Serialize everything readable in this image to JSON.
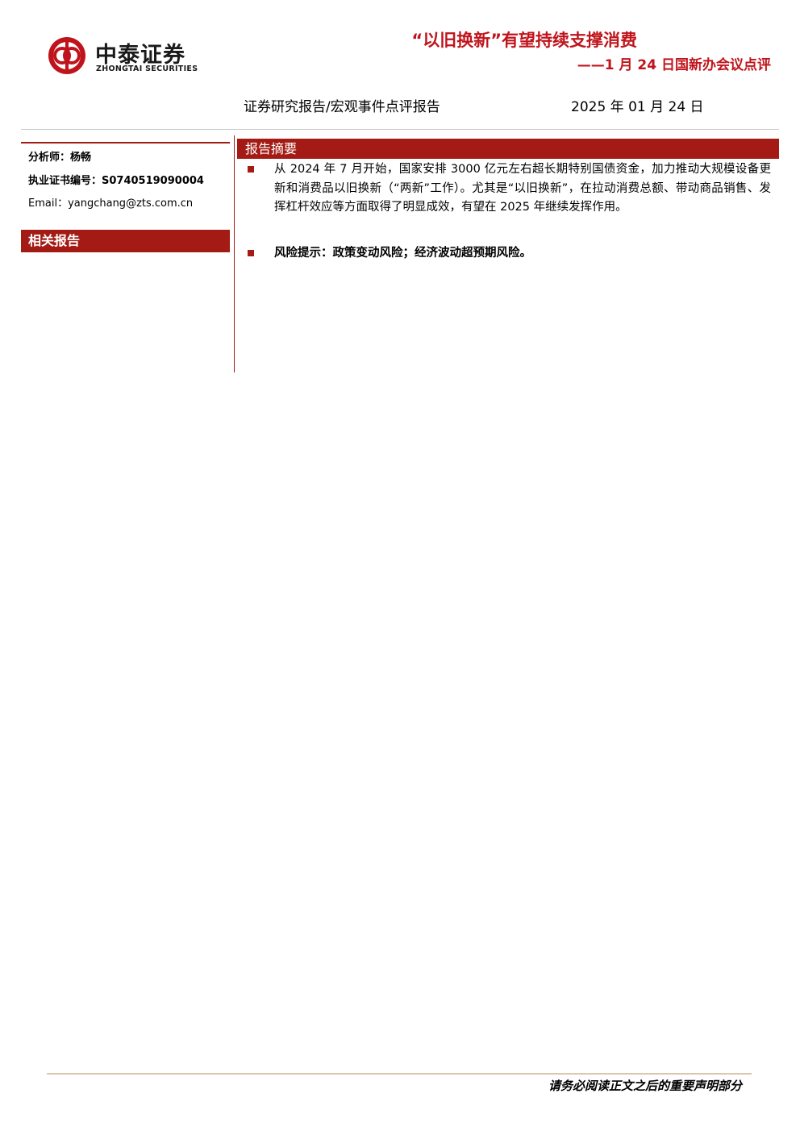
{
  "brand": {
    "name_cn": "中泰证券",
    "name_en": "ZHONGTAI SECURITIES",
    "color": "#c0141c"
  },
  "header": {
    "title": "“以旧换新”有望持续支撑消费",
    "subtitle": "——1 月 24 日国新办会议点评",
    "report_type": "证券研究报告/宏观事件点评报告",
    "date": "2025 年 01 月 24 日"
  },
  "sidebar": {
    "analyst": "分析师：杨畅",
    "certificate": "执业证书编号：S0740519090004",
    "email": "Email：yangchang@zts.com.cn",
    "related_reports_label": "相关报告"
  },
  "summary": {
    "heading": "报告摘要",
    "paragraphs": [
      "从 2024 年 7 月开始，国家安排 3000 亿元左右超长期特别国债资金，加力推动大规模设备更新和消费品以旧换新（“两新”工作）。尤其是“以旧换新”，在拉动消费总额、带动商品销售、发挥杠杆效应等方面取得了明显成效，有望在 2025 年继续发挥作用。",
      "风险提示：政策变动风险；经济波动超预期风险。"
    ]
  },
  "footer": {
    "disclaimer": "请务必阅读正文之后的重要声明部分"
  },
  "colors": {
    "accent": "#a31b14",
    "title_red": "#c0141c"
  }
}
